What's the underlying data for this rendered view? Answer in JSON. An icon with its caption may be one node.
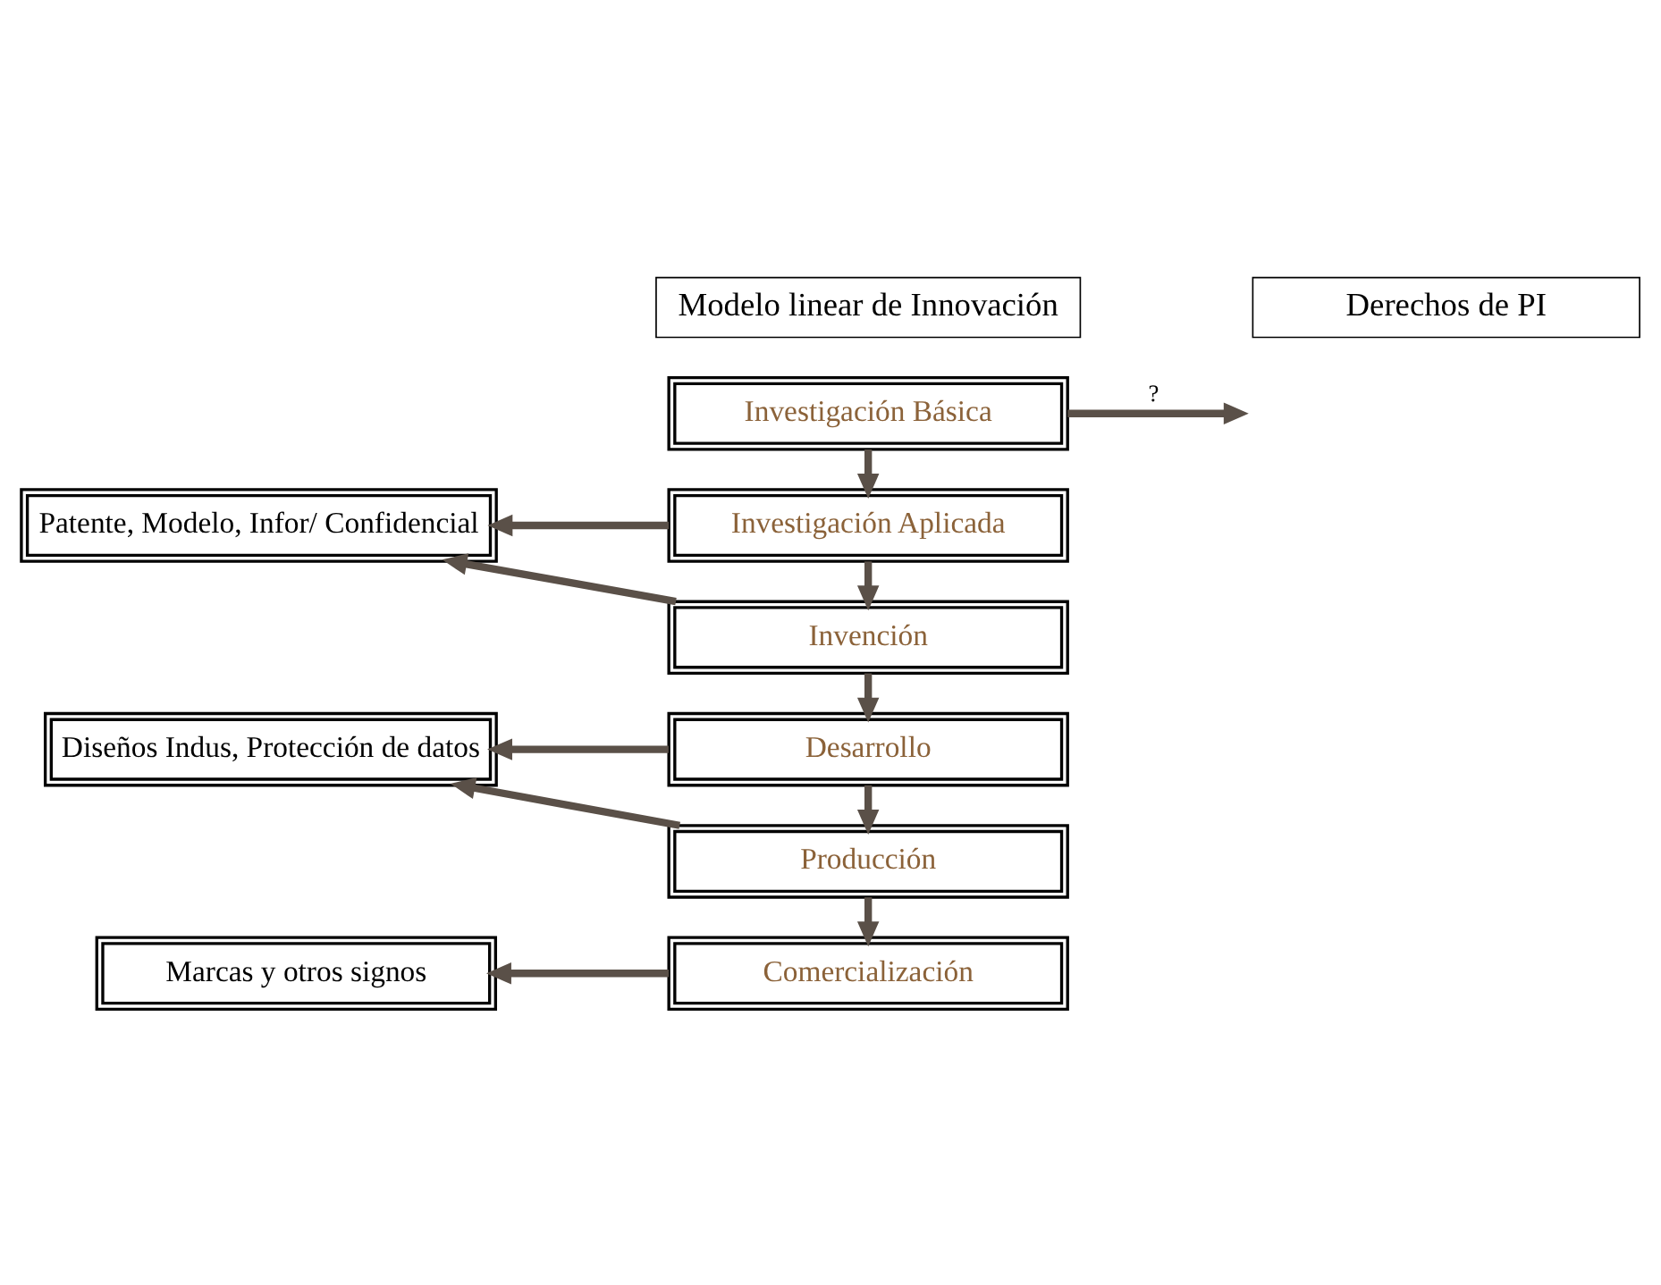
{
  "diagram": {
    "nodes": [
      {
        "text": [
          "Investigación Básica"
        ]
      },
      {
        "text": [
          "Investigación Aplicada"
        ]
      },
      {
        "text": [
          "Invención"
        ]
      },
      {
        "text": [
          "Desarrollo"
        ]
      },
      {
        "text": [
          "Producción"
        ]
      },
      {
        "text": [
          "Comercialización"
        ]
      },
      {
        "text": [
          "Patente, Modelo, Infor/ Confidencial"
        ]
      },
      {
        "text": [
          "Diseños Indus, Protección de datos"
        ]
      },
      {
        "text": [
          "Marcas y otros signos"
        ]
      }
    ],
    "edges": [
      {
        "from": 0,
        "to": 1,
        "arrow": "to"
      },
      {
        "from": 1,
        "to": 2,
        "arrow": "to"
      },
      {
        "from": 2,
        "to": 3,
        "arrow": "to"
      },
      {
        "from": 3,
        "to": 4,
        "arrow": "to"
      },
      {
        "from": 4,
        "to": 5,
        "arrow": "to"
      },
      {
        "from": 0,
        "to": null,
        "arrow": "to",
        "label": "?"
      },
      {
        "from": 1,
        "to": 6,
        "arrow": "to"
      },
      {
        "from": 2,
        "to": 6,
        "arrow": "to"
      },
      {
        "from": 3,
        "to": 7,
        "arrow": "to"
      },
      {
        "from": 4,
        "to": 7,
        "arrow": "to"
      },
      {
        "from": 5,
        "to": 8,
        "arrow": "to"
      }
    ],
    "labels": [
      "Modelo linear de Innovación",
      "Derechos de PI"
    ]
  }
}
